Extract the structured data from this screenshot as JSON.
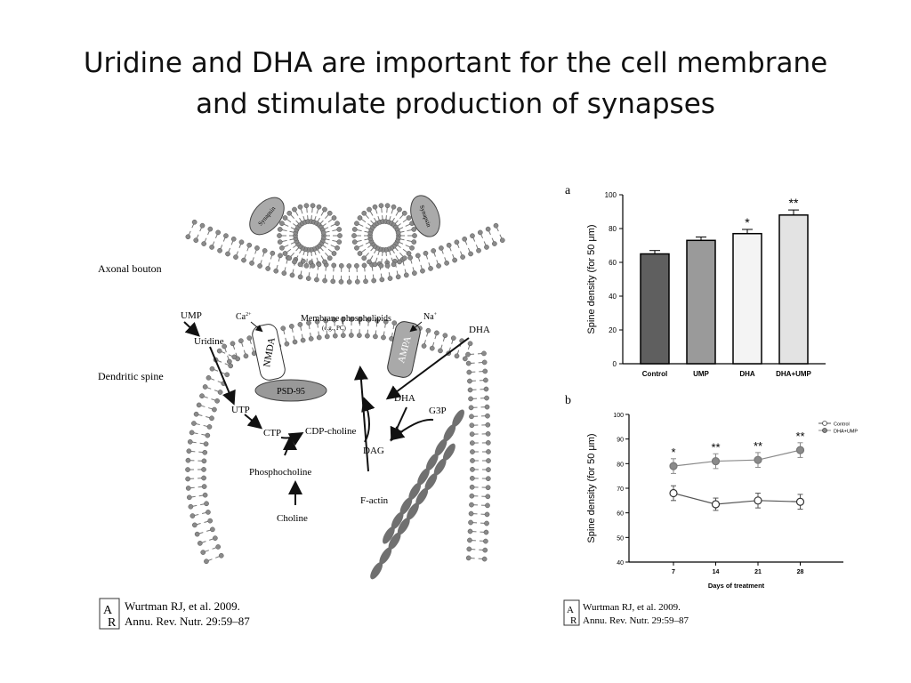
{
  "slide": {
    "title_lines": [
      "Uridine and DHA are important for the cell membrane",
      "and stimulate production of synapses"
    ]
  },
  "diagram": {
    "labels": {
      "axonal_bouton": "Axonal bouton",
      "dendritic_spine": "Dendritic spine",
      "synapsin_left": "Synapsin",
      "synapsin_right": "Synapsin",
      "ump": "UMP",
      "uridine": "Uridine",
      "utp": "UTP",
      "ctp": "CTP",
      "cdp_choline": "CDP-choline",
      "phosphocholine": "Phosphocholine",
      "choline": "Choline",
      "dha_outside": "DHA",
      "dha_inside": "DHA",
      "g3p": "G3P",
      "dag": "DAG",
      "f_actin": "F-actin",
      "membrane_phospholipids": "Membrane phospholipids",
      "membrane_phospholipids_eg": "(e.g., PC)",
      "ca": "Ca",
      "ca_sup": "2+",
      "na": "Na",
      "na_sup": "+",
      "nmda": "NMDA",
      "ampa": "AMPA",
      "psd95": "PSD-95"
    },
    "citation": {
      "logo_a": "A",
      "logo_r": "R",
      "line1": "Wurtman RJ, et al. 2009.",
      "line2": "Annu. Rev. Nutr. 29:59–87"
    }
  },
  "charts": {
    "panel_a_letter": "a",
    "panel_b_letter": "b",
    "citation": {
      "logo_a": "A",
      "logo_r": "R",
      "line1": "Wurtman RJ, et al. 2009.",
      "line2": "Annu. Rev. Nutr. 29:59–87"
    }
  },
  "chart_data": [
    {
      "type": "bar",
      "panel": "a",
      "ylabel": "Spine density (for 50 μm)",
      "xlabel": "",
      "ylim": [
        0,
        100
      ],
      "yticks": [
        0,
        20,
        40,
        60,
        80,
        100
      ],
      "categories": [
        "Control",
        "UMP",
        "DHA",
        "DHA+UMP"
      ],
      "values": [
        65,
        73,
        77,
        88
      ],
      "errors": [
        2,
        2,
        2.5,
        3
      ],
      "significance": [
        "",
        "",
        "*",
        "**"
      ],
      "colors": [
        "#5f5f5f",
        "#9a9a9a",
        "#f4f4f4",
        "#e3e3e3"
      ],
      "grid": false
    },
    {
      "type": "line",
      "panel": "b",
      "ylabel": "Spine density (for 50 μm)",
      "xlabel": "Days of treatment",
      "ylim": [
        40,
        100
      ],
      "yticks": [
        40,
        50,
        60,
        70,
        80,
        90,
        100
      ],
      "x": [
        7,
        14,
        21,
        28
      ],
      "series": [
        {
          "name": "Control",
          "values": [
            68,
            63.5,
            65,
            64.5
          ],
          "errors": [
            3,
            2.5,
            3,
            3
          ],
          "marker": "open",
          "color": "#555555"
        },
        {
          "name": "DHA+UMP",
          "values": [
            79,
            81,
            81.5,
            85.5
          ],
          "errors": [
            3,
            3,
            3,
            3
          ],
          "marker": "filled",
          "color": "#8a8a8a"
        }
      ],
      "significance": [
        "*",
        "**",
        "**",
        "**"
      ],
      "legend": "top-right",
      "grid": false
    }
  ]
}
